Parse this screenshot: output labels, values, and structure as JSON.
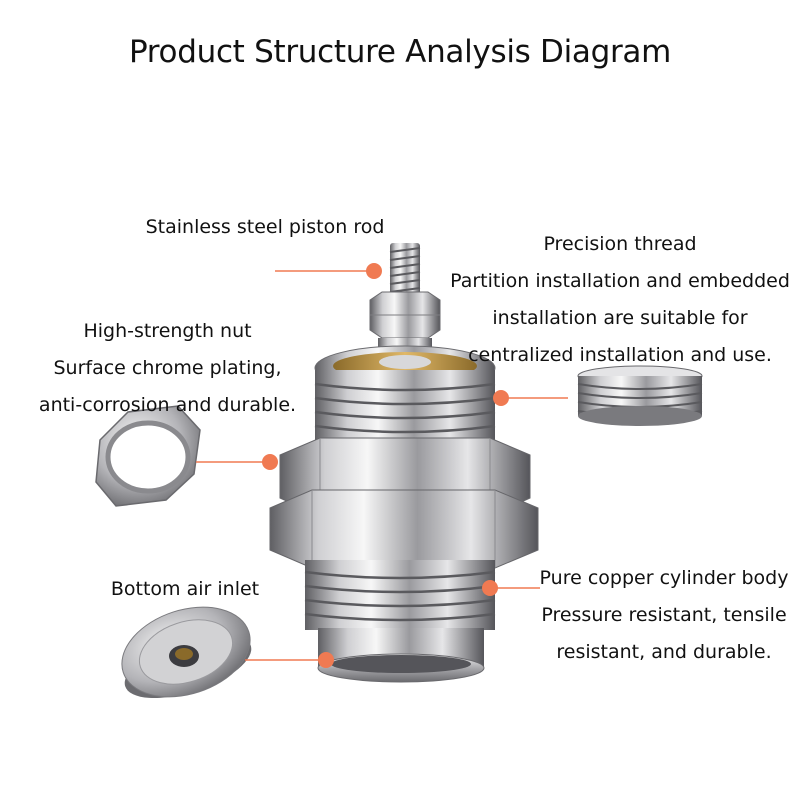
{
  "title": "Product Structure Analysis Diagram",
  "labels": {
    "piston_rod": [
      "Stainless steel piston rod"
    ],
    "thread": [
      "Precision thread",
      "Partition installation and embedded",
      "installation are suitable for",
      "centralized installation and use."
    ],
    "nut": [
      "High-strength nut",
      "Surface chrome plating,",
      "anti-corrosion and durable."
    ],
    "inlet": [
      "Bottom air inlet"
    ],
    "body": [
      "Pure copper cylinder body",
      "Pressure resistant, tensile",
      "resistant, and durable."
    ]
  },
  "colors": {
    "callout": "#f07a52",
    "metal_dark": "#6e6e72",
    "metal_light": "#f2f2f2",
    "copper": "#c99a4a"
  }
}
